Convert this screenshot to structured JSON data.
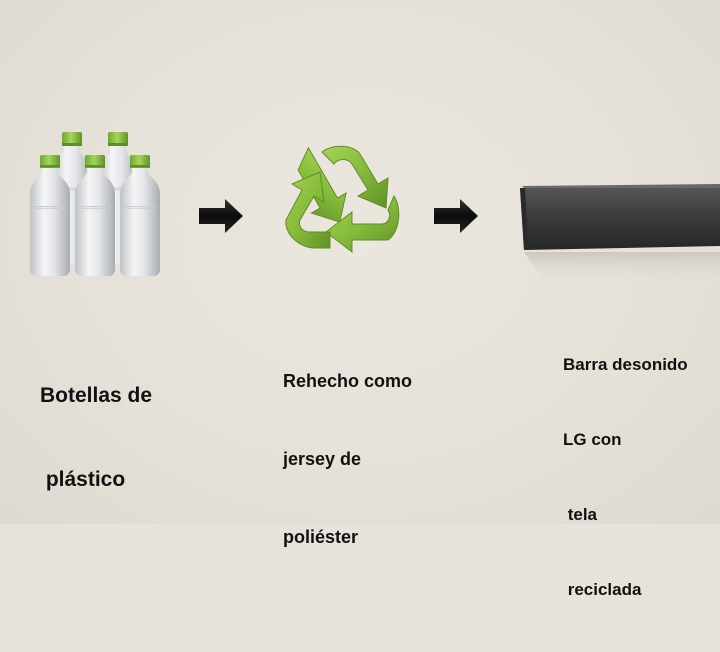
{
  "steps": [
    {
      "icon": "plastic-bottles-icon",
      "lines": [
        "Botellas de",
        " plástico"
      ]
    },
    {
      "icon": "recycle-icon",
      "lines": [
        "Rehecho como",
        "jersey de",
        "poliéster"
      ]
    },
    {
      "icon": "soundbar-icon",
      "lines": [
        "Barra desonido",
        "LG con",
        " tela",
        " reciclada"
      ]
    }
  ],
  "arrows": [
    "arrow-right-icon",
    "arrow-right-icon"
  ],
  "colors": {
    "background": "#e7e3da",
    "bottle_cap": "#8cc63f",
    "recycle_green": "#8bbf3c",
    "arrow": "#111111",
    "soundbar": "#3c3c3c",
    "text": "#111111"
  }
}
